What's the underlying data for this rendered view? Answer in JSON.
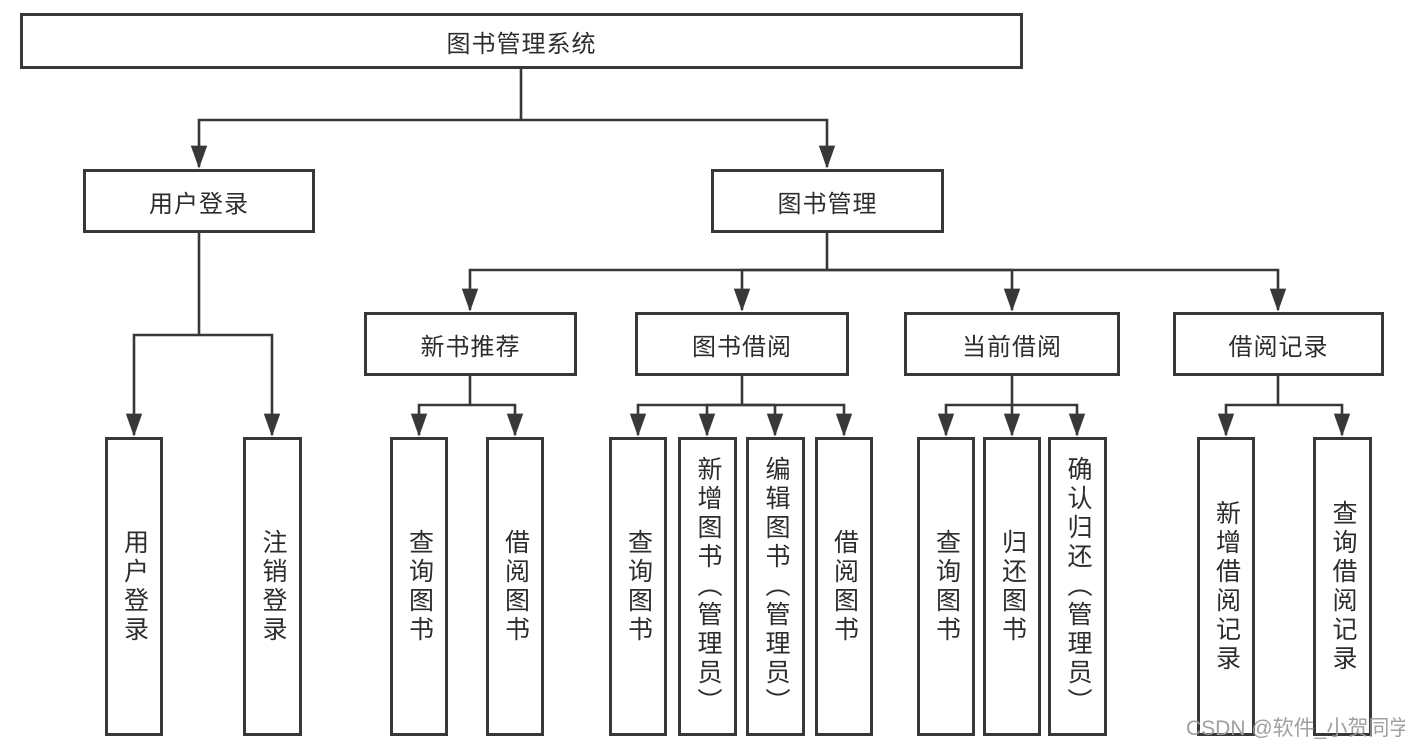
{
  "diagram": {
    "tree": {
      "label": "图书管理系统",
      "children": [
        {
          "label": "用户登录",
          "children": [
            {
              "label": "用户登录"
            },
            {
              "label": "注销登录"
            }
          ]
        },
        {
          "label": "图书管理",
          "children": [
            {
              "label": "新书推荐",
              "children": [
                {
                  "label": "查询图书"
                },
                {
                  "label": "借阅图书"
                }
              ]
            },
            {
              "label": "图书借阅",
              "children": [
                {
                  "label": "查询图书"
                },
                {
                  "label": "新增图书（管理员）"
                },
                {
                  "label": "编辑图书（管理员）"
                },
                {
                  "label": "借阅图书"
                }
              ]
            },
            {
              "label": "当前借阅",
              "children": [
                {
                  "label": "查询图书"
                },
                {
                  "label": "归还图书"
                },
                {
                  "label": "确认归还（管理员）"
                }
              ]
            },
            {
              "label": "借阅记录",
              "children": [
                {
                  "label": "新增借阅记录"
                },
                {
                  "label": "查询借阅记录"
                }
              ]
            }
          ]
        }
      ]
    },
    "watermark": "CSDN @软件_小贺同学",
    "colors": {
      "line": "#383838",
      "text": "#2d2d2d",
      "watermark": "#9b9b9b",
      "background": "#ffffff"
    }
  }
}
